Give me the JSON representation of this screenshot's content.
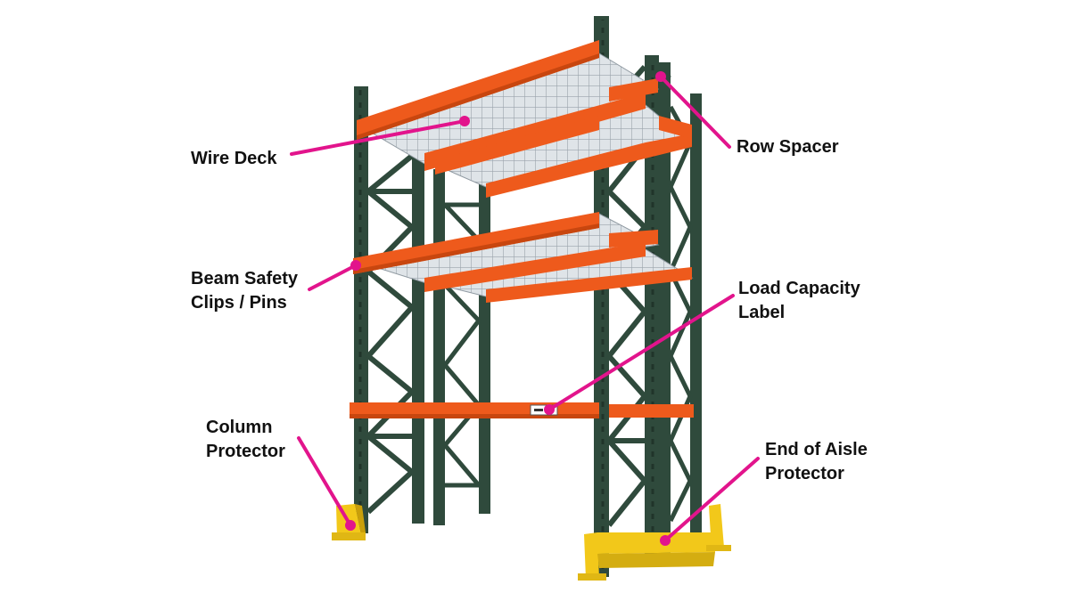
{
  "labels": {
    "wire_deck": "Wire Deck",
    "beam_safety_clips_line1": "Beam Safety",
    "beam_safety_clips_line2": "Clips / Pins",
    "column_protector_line1": "Column",
    "column_protector_line2": "Protector",
    "row_spacer": "Row Spacer",
    "load_capacity_line1": "Load Capacity",
    "load_capacity_line2": "Label",
    "end_of_aisle_line1": "End of Aisle",
    "end_of_aisle_line2": "Protector"
  },
  "colors": {
    "upright": "#2f4a3c",
    "upright_dark": "#243a2f",
    "beam": "#ee5a1c",
    "beam_dark": "#c8460f",
    "deck": "#c9d0d6",
    "protector": "#f2c81a",
    "callout": "#e2148c"
  }
}
